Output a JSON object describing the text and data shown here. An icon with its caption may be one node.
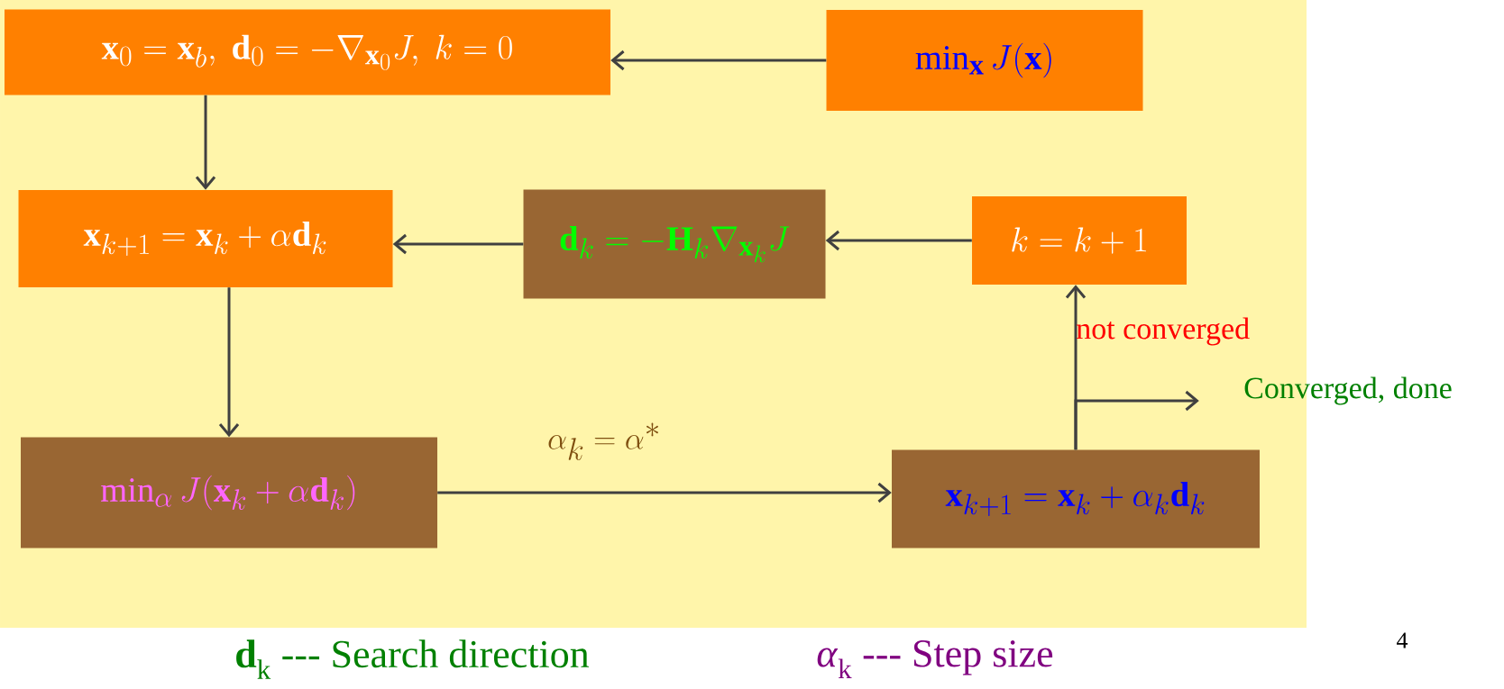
{
  "diagram": {
    "nodes": [
      {
        "text": [
          "\\mathbf{x}_0 = \\mathbf{x}_b,\\ \\mathbf{d}_0 = -\\nabla_{\\mathbf{x}_0} J,\\ k = 0"
        ]
      },
      {
        "text": [
          "\\min_{\\mathbf{x}} J(\\mathbf{x})"
        ]
      },
      {
        "text": [
          "\\mathbf{x}_{k+1} = \\mathbf{x}_k + \\alpha \\mathbf{d}_k"
        ]
      },
      {
        "text": [
          "\\mathbf{d}_k = -\\mathbf{H}_k \\nabla_{\\mathbf{x}_k} J"
        ]
      },
      {
        "text": [
          "k = k + 1"
        ]
      },
      {
        "text": [
          "\\min_{\\alpha} J(\\mathbf{x}_k + \\alpha \\mathbf{d}_k)"
        ]
      },
      {
        "text": [
          "\\mathbf{x}_{k+1} = \\mathbf{x}_k + \\alpha_k \\mathbf{d}_k"
        ]
      },
      {
        "text": [
          "Converged, done"
        ]
      }
    ],
    "edges": [
      {
        "from": 1,
        "to": 0,
        "arrow": "to"
      },
      {
        "from": 0,
        "to": 2,
        "arrow": "to"
      },
      {
        "from": 3,
        "to": 2,
        "arrow": "to"
      },
      {
        "from": 4,
        "to": 3,
        "arrow": "to"
      },
      {
        "from": 2,
        "to": 5,
        "arrow": "to"
      },
      {
        "from": 5,
        "to": 6,
        "arrow": "to",
        "label": "\\alpha_k = \\alpha^*"
      },
      {
        "from": 6,
        "to": 4,
        "arrow": "to",
        "label": "not converged"
      },
      {
        "from": 6,
        "to": 7,
        "arrow": "to"
      }
    ],
    "labels": [
      "**d**$_{k}$ --- Search direction",
      "*α*$_{k}$ --- Step size",
      "4"
    ]
  }
}
